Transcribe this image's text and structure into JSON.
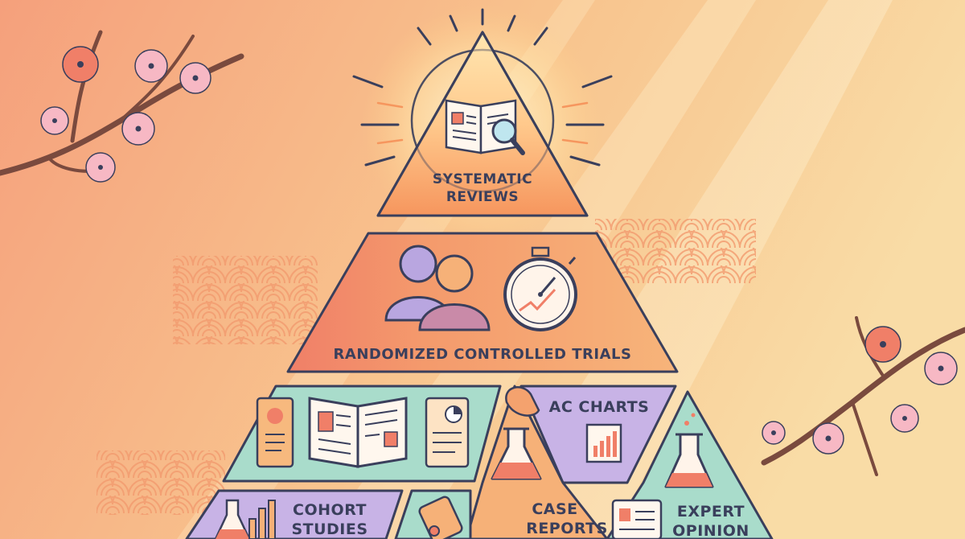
{
  "pyramid": {
    "top": {
      "line1": "SYSTEMATIC",
      "line2": "REVIEWS"
    },
    "middle": {
      "label": "RANDOMIZED CONTROLLED TRIALS"
    },
    "blocks": {
      "charts": "AC CHARTS",
      "cohort": {
        "line1": "COHORT",
        "line2": "STUDIES"
      },
      "case": {
        "line1": "CASE",
        "line2": "REPORTS"
      },
      "expert": {
        "line1": "EXPERT",
        "line2": "OPINION"
      }
    }
  },
  "colors": {
    "bg_left": "#f6a884",
    "bg_right": "#f9d9a4",
    "tier_top": "#f7a269",
    "tier_middle": "#f4a26e",
    "block_teal": "#a9dccb",
    "block_lavender": "#c8b3e6",
    "block_orange": "#f6b178",
    "outline": "#3a3f5c",
    "blossom": "#f7b8c4",
    "branch": "#7a4a3e"
  }
}
